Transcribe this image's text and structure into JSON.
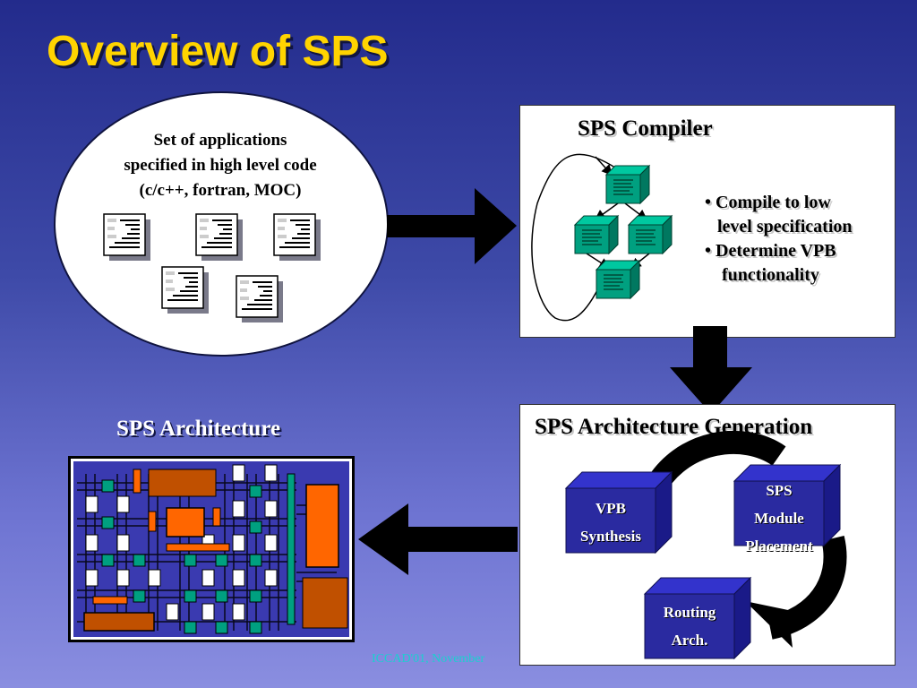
{
  "slide": {
    "title": "Overview of SPS",
    "footer": "ICCAD'01, November"
  },
  "applications": {
    "lines": [
      "Set of applications",
      "specified in high level code",
      "(c/c++, fortran, MOC)"
    ],
    "document_icon": "document-icon"
  },
  "compiler": {
    "title": "SPS Compiler",
    "bullets": [
      {
        "line1": "• Compile to low",
        "line2": "level specification"
      },
      {
        "line1": "• Determine VPB",
        "line2": "functionality"
      }
    ]
  },
  "architecture": {
    "label": "SPS Architecture"
  },
  "generation": {
    "title": "SPS Architecture Generation",
    "blocks": [
      {
        "lines": [
          "VPB",
          "Synthesis"
        ]
      },
      {
        "lines": [
          "SPS",
          "Module",
          "Placement"
        ]
      },
      {
        "lines": [
          "Routing",
          "Arch."
        ]
      }
    ]
  },
  "colors": {
    "title": "#ffd400",
    "module_teal": "#00a080",
    "block_navy": "#2a2aa0",
    "orange": "#ff6600",
    "dark_orange": "#c05000"
  }
}
